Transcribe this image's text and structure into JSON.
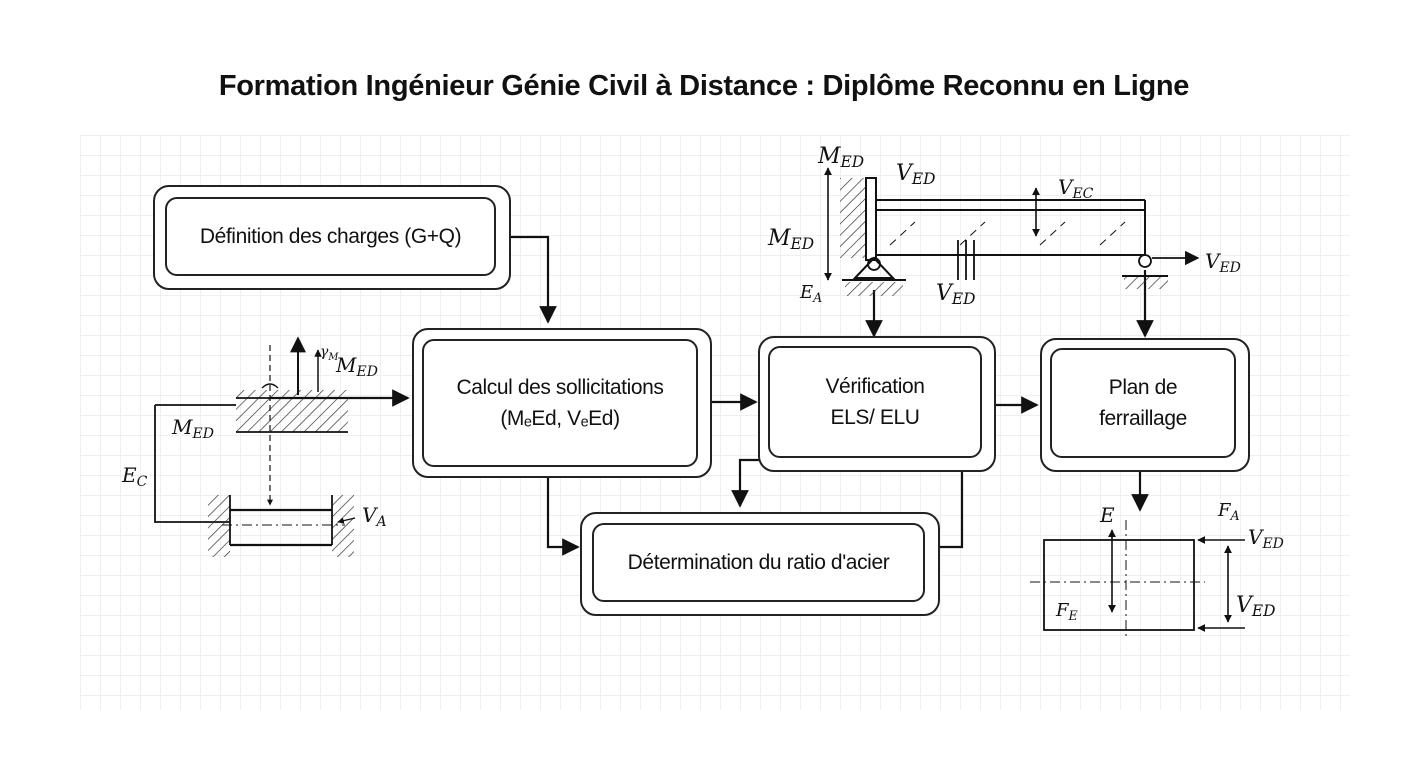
{
  "title": "Formation Ingénieur Génie Civil à Distance : Diplôme Reconnu en Ligne",
  "boxes": {
    "charges": {
      "label": "Définition des charges (G+Q)"
    },
    "calcul": {
      "line1": "Calcul des sollicitations",
      "line2": "(MₑEd, VₑEd)"
    },
    "verification": {
      "line1": "Vérification",
      "line2": "ELS/ ELU"
    },
    "plan": {
      "line1": "Plan de",
      "line2": "ferraillage"
    },
    "ratio": {
      "label": "Détermination du ratio d'acier"
    }
  },
  "labels": {
    "left_m_ed_top": "MED",
    "left_gamma": "γM",
    "left_m_ed_side": "MED",
    "left_e_c": "EC",
    "left_v_a": "VA",
    "beam_m_ed_top": "MED",
    "beam_v_ed_top": "VED",
    "beam_v_ec": "VEC",
    "beam_m_ed_left": "MED",
    "beam_e_a": "EA",
    "beam_v_ed_mid": "VED",
    "beam_v_ed_right": "VED",
    "sect_e": "E",
    "sect_f_a": "FA",
    "sect_v_ed_top": "VED",
    "sect_v_ed_side": "VED",
    "sect_f_e": "FE"
  }
}
